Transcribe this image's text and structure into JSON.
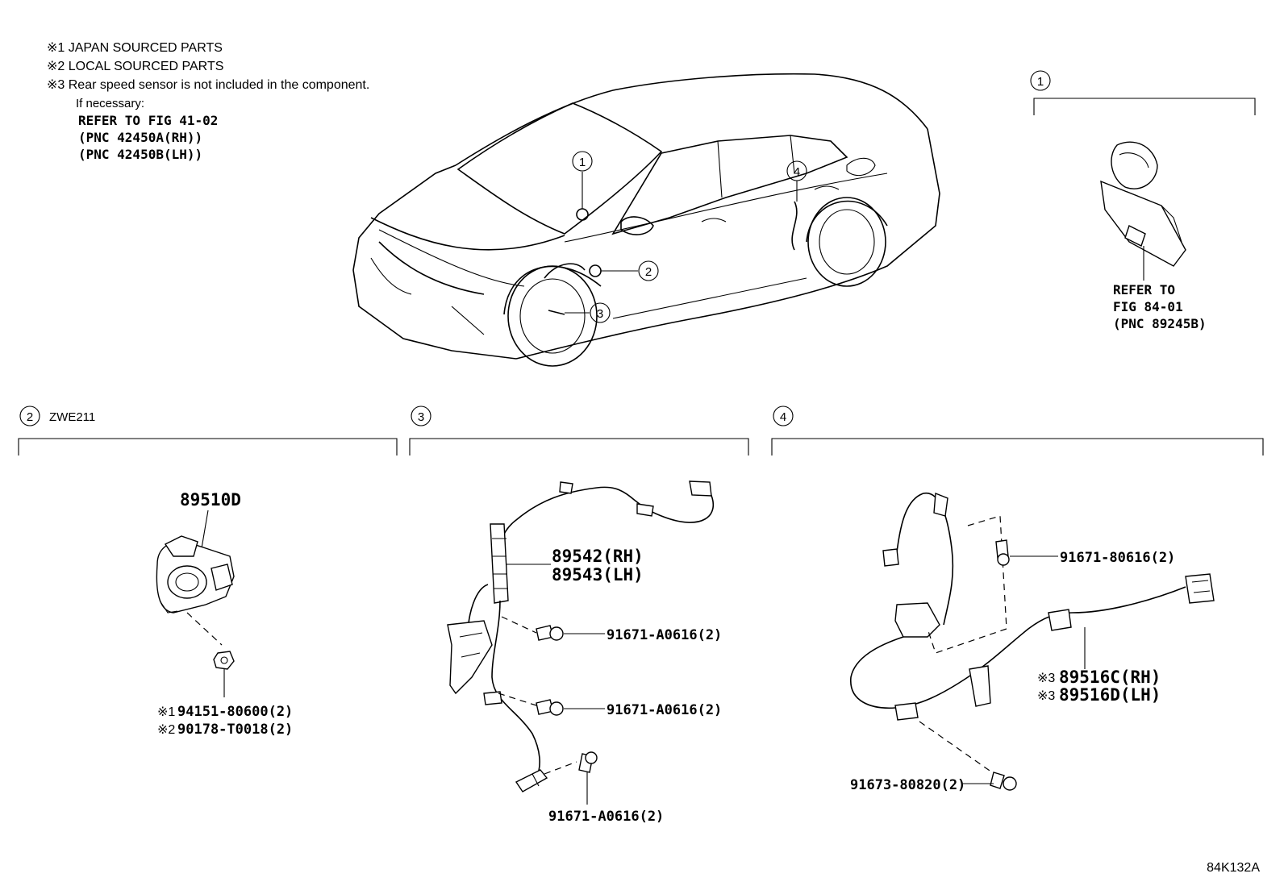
{
  "notes": {
    "note1": "※1 JAPAN SOURCED PARTS",
    "note2": "※2 LOCAL SOURCED PARTS",
    "note3": "※3 Rear speed sensor is not included in the component.",
    "note3_sub": "If necessary:",
    "ref_lines": [
      "REFER TO FIG 41-02",
      "(PNC 42450A(RH))",
      "(PNC 42450B(LH))"
    ]
  },
  "car_callouts": [
    "1",
    "2",
    "3",
    "4"
  ],
  "section1": {
    "number": "1",
    "ref_lines": [
      "REFER TO",
      "FIG 84-01",
      "(PNC 89245B)"
    ]
  },
  "section2": {
    "number": "2",
    "model": "ZWE211",
    "part_main": "89510D",
    "parts_fastener": [
      {
        "mark": "※1",
        "code": "94151-80600(2)"
      },
      {
        "mark": "※2",
        "code": "90178-T0018(2)"
      }
    ]
  },
  "section3": {
    "number": "3",
    "part_rh": "89542(RH)",
    "part_lh": "89543(LH)",
    "bolt_a": "91671-A0616(2)",
    "bolt_b": "91671-A0616(2)",
    "bolt_c": "91671-A0616(2)"
  },
  "section4": {
    "number": "4",
    "bolt_top": "91671-80616(2)",
    "part_rh": {
      "mark": "※3",
      "code": "89516C(RH)"
    },
    "part_lh": {
      "mark": "※3",
      "code": "89516D(LH)"
    },
    "bolt_bottom": "91673-80820(2)"
  },
  "figure_code": "84K132A"
}
